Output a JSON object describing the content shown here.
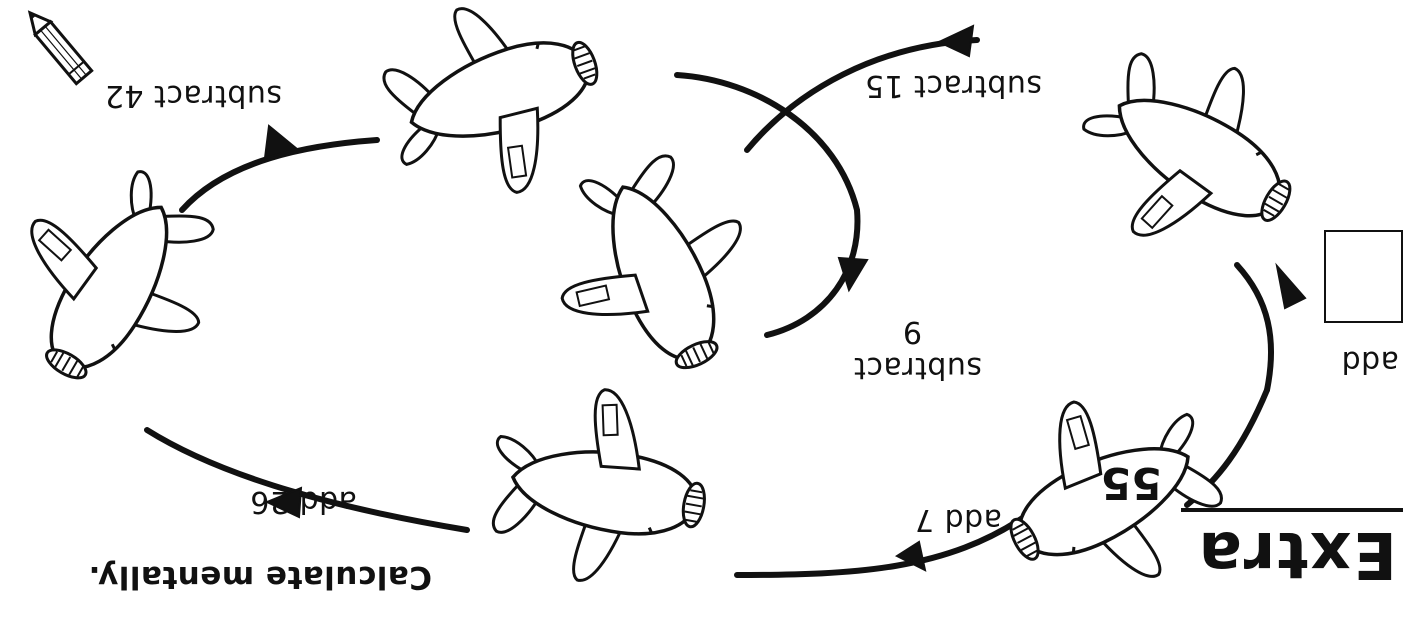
{
  "title": "Extra",
  "instruction": "Calculate mentally.",
  "start_number": "55",
  "steps": [
    {
      "op": "add 7"
    },
    {
      "op": "add 26"
    },
    {
      "op": "subtract 42"
    },
    {
      "op": "subtract",
      "value": "9"
    },
    {
      "op": "subtract 15"
    },
    {
      "op": "add"
    }
  ],
  "icons": [
    "pencil-icon",
    "airplane-icon"
  ]
}
